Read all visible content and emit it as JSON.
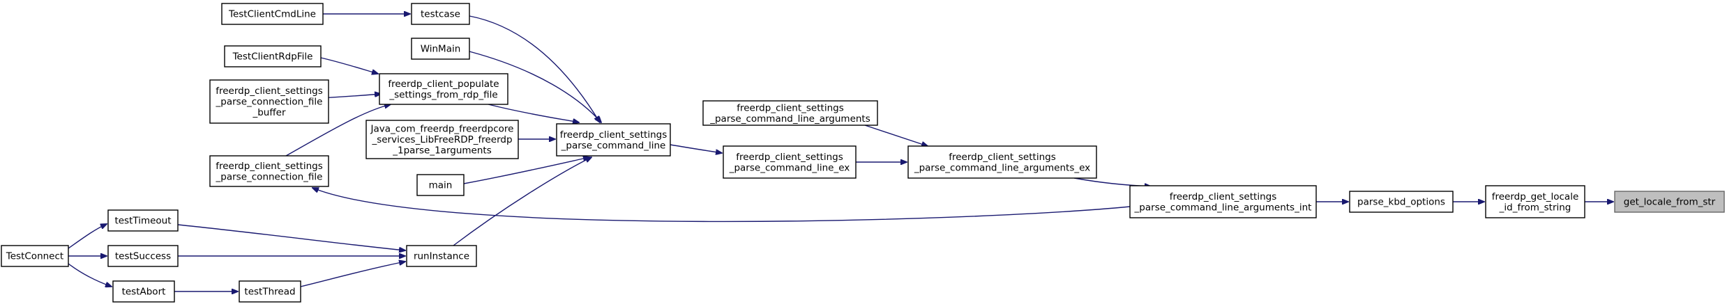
{
  "colors": {
    "edge": "#191970",
    "node_border": "#000000",
    "focus_fill": "#bfbfbf",
    "background": "#ffffff"
  },
  "nodes": [
    {
      "id": "n_getlocale",
      "lines": [
        "get_locale_from_str"
      ],
      "focus": true
    },
    {
      "id": "n_fgetlocale",
      "lines": [
        "freerdp_get_locale",
        "_id_from_string"
      ]
    },
    {
      "id": "n_parsekbd",
      "lines": [
        "parse_kbd_options"
      ]
    },
    {
      "id": "n_argsint",
      "lines": [
        "freerdp_client_settings",
        "_parse_command_line_arguments_int"
      ]
    },
    {
      "id": "n_argsex",
      "lines": [
        "freerdp_client_settings",
        "_parse_command_line_arguments_ex"
      ]
    },
    {
      "id": "n_args",
      "lines": [
        "freerdp_client_settings",
        "_parse_command_line_arguments"
      ]
    },
    {
      "id": "n_cmdex",
      "lines": [
        "freerdp_client_settings",
        "_parse_command_line_ex"
      ]
    },
    {
      "id": "n_cmd",
      "lines": [
        "freerdp_client_settings",
        "_parse_command_line"
      ]
    },
    {
      "id": "n_connfile",
      "lines": [
        "freerdp_client_settings",
        "_parse_connection_file"
      ]
    },
    {
      "id": "n_testcase",
      "lines": [
        "testcase"
      ]
    },
    {
      "id": "n_winmain",
      "lines": [
        "WinMain"
      ]
    },
    {
      "id": "n_populate",
      "lines": [
        "freerdp_client_populate",
        "_settings_from_rdp_file"
      ]
    },
    {
      "id": "n_java",
      "lines": [
        "Java_com_freerdp_freerdpcore",
        "_services_LibFreeRDP_freerdp",
        "_1parse_1arguments"
      ]
    },
    {
      "id": "n_main",
      "lines": [
        "main"
      ]
    },
    {
      "id": "n_runinstance",
      "lines": [
        "runInstance"
      ]
    },
    {
      "id": "n_cmdline",
      "lines": [
        "TestClientCmdLine"
      ]
    },
    {
      "id": "n_rdpfile",
      "lines": [
        "TestClientRdpFile"
      ]
    },
    {
      "id": "n_connbuf",
      "lines": [
        "freerdp_client_settings",
        "_parse_connection_file",
        "_buffer"
      ]
    },
    {
      "id": "n_testtimeout",
      "lines": [
        "testTimeout"
      ]
    },
    {
      "id": "n_testsuccess",
      "lines": [
        "testSuccess"
      ]
    },
    {
      "id": "n_testabort",
      "lines": [
        "testAbort"
      ]
    },
    {
      "id": "n_testthread",
      "lines": [
        "testThread"
      ]
    },
    {
      "id": "n_testconnect",
      "lines": [
        "TestConnect"
      ]
    }
  ],
  "edges": [
    {
      "from": "n_fgetlocale",
      "to": "n_getlocale"
    },
    {
      "from": "n_parsekbd",
      "to": "n_fgetlocale"
    },
    {
      "from": "n_argsint",
      "to": "n_parsekbd"
    },
    {
      "from": "n_argsex",
      "to": "n_argsint"
    },
    {
      "from": "n_argsint",
      "to": "n_connfile"
    },
    {
      "from": "n_args",
      "to": "n_argsex"
    },
    {
      "from": "n_cmdex",
      "to": "n_argsex"
    },
    {
      "from": "n_cmd",
      "to": "n_cmdex"
    },
    {
      "from": "n_testcase",
      "to": "n_cmd"
    },
    {
      "from": "n_winmain",
      "to": "n_cmd"
    },
    {
      "from": "n_populate",
      "to": "n_cmd"
    },
    {
      "from": "n_java",
      "to": "n_cmd"
    },
    {
      "from": "n_main",
      "to": "n_cmd"
    },
    {
      "from": "n_runinstance",
      "to": "n_cmd"
    },
    {
      "from": "n_cmdline",
      "to": "n_testcase"
    },
    {
      "from": "n_rdpfile",
      "to": "n_populate"
    },
    {
      "from": "n_connbuf",
      "to": "n_populate"
    },
    {
      "from": "n_connfile",
      "to": "n_populate"
    },
    {
      "from": "n_testtimeout",
      "to": "n_runinstance"
    },
    {
      "from": "n_testsuccess",
      "to": "n_runinstance"
    },
    {
      "from": "n_testthread",
      "to": "n_runinstance"
    },
    {
      "from": "n_testconnect",
      "to": "n_testtimeout"
    },
    {
      "from": "n_testconnect",
      "to": "n_testsuccess"
    },
    {
      "from": "n_testconnect",
      "to": "n_testabort"
    },
    {
      "from": "n_testabort",
      "to": "n_testthread"
    }
  ]
}
